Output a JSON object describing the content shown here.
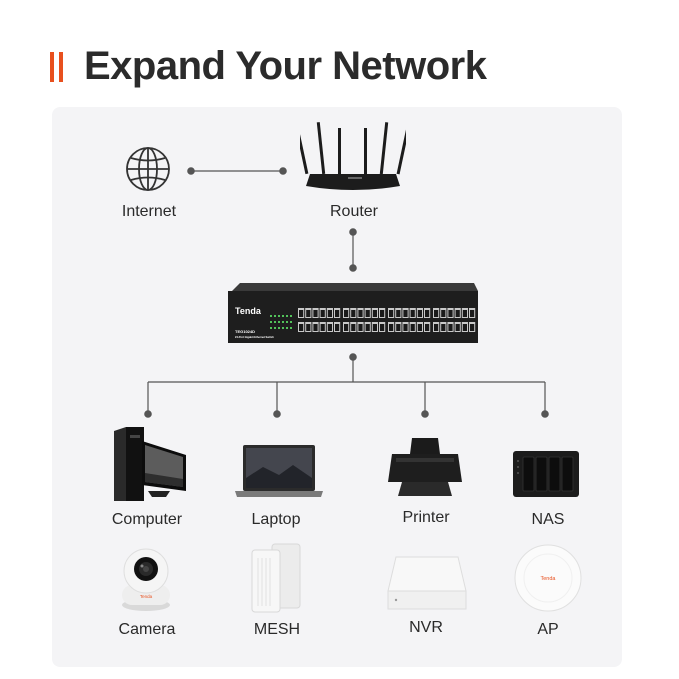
{
  "header": {
    "title": "Expand Your Network"
  },
  "colors": {
    "accent": "#e8501e",
    "panel": "#f4f4f6",
    "line": "#555555",
    "text": "#2a2a2a"
  },
  "top": {
    "internet_label": "Internet",
    "router_label": "Router"
  },
  "switch": {
    "brand": "Tenda",
    "model": "TEG1024D",
    "subtitle": "24-Port Gigabit Ethernet Switch"
  },
  "row1": [
    {
      "label": "Computer",
      "icon": "computer-icon"
    },
    {
      "label": "Laptop",
      "icon": "laptop-icon"
    },
    {
      "label": "Printer",
      "icon": "printer-icon"
    },
    {
      "label": "NAS",
      "icon": "nas-icon"
    }
  ],
  "row2": [
    {
      "label": "Camera",
      "icon": "camera-icon",
      "brand": "Tenda"
    },
    {
      "label": "MESH",
      "icon": "mesh-icon"
    },
    {
      "label": "NVR",
      "icon": "nvr-icon"
    },
    {
      "label": "AP",
      "icon": "ap-icon",
      "brand": "Tenda"
    }
  ]
}
